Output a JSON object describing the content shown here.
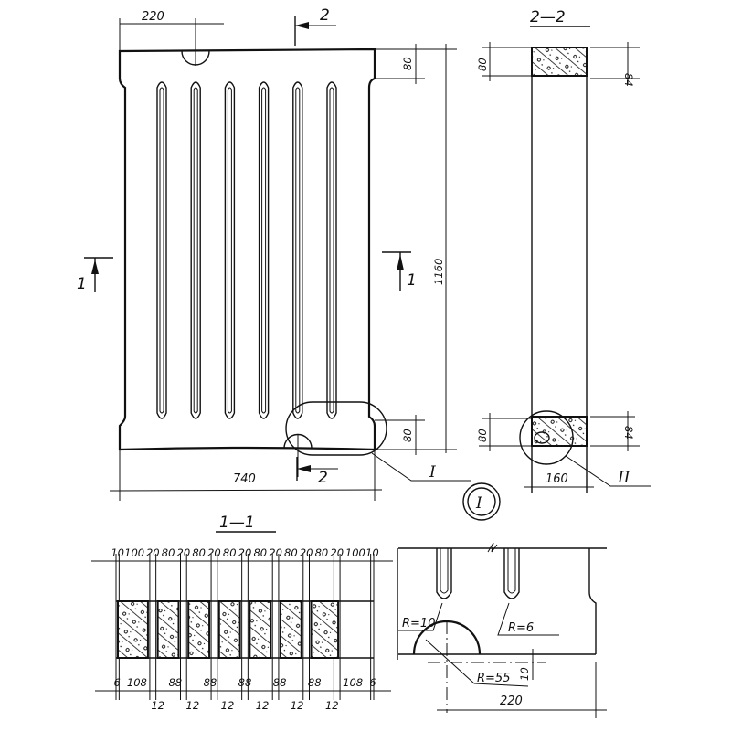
{
  "title": "Radiator panel drawing: front view, sections 1-1 and 2-2, details I and II",
  "colors": {
    "ink": "#111111",
    "paper": "#ffffff"
  },
  "front_view": {
    "dim_top_offset": "220",
    "dim_width": "740",
    "dim_height": "1160",
    "dim_top_band": "80",
    "dim_bottom_band": "80",
    "section_mark_2": "2",
    "section_mark_1": "1",
    "callout_detail": "I",
    "channel_count": 6
  },
  "section_2_2": {
    "title": "2—2",
    "dim_top_left": "80",
    "dim_top_right": "84",
    "dim_bottom_left": "80",
    "dim_bottom_right": "84",
    "dim_width": "160",
    "callout_detail": "II"
  },
  "detail_marker": {
    "label": "I"
  },
  "section_1_1": {
    "title": "1—1",
    "top_dims": [
      "10",
      "100",
      "20",
      "80",
      "20",
      "80",
      "20",
      "80",
      "20",
      "80",
      "20",
      "80",
      "20",
      "80",
      "20",
      "100",
      "10"
    ],
    "bottom_dims": [
      "6",
      "108",
      "88",
      "88",
      "88",
      "88",
      "88",
      "108",
      "6"
    ],
    "gap_dims": [
      "12",
      "12",
      "12",
      "12",
      "12",
      "12"
    ],
    "cell_count": 7
  },
  "detail_I": {
    "radius_groove": "R=10",
    "radius_tip": "R=6",
    "radius_hole": "R=55",
    "dim_offset": "10",
    "dim_width": "220"
  }
}
